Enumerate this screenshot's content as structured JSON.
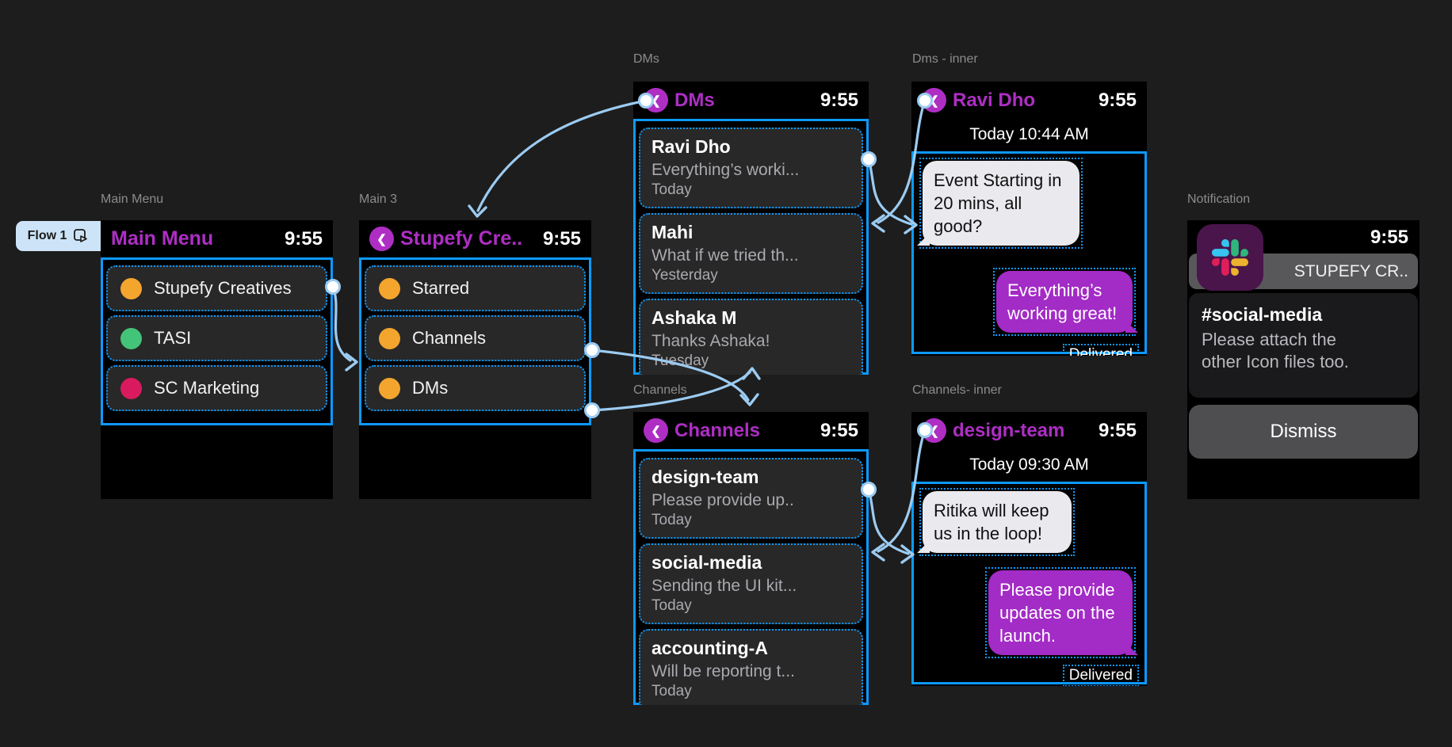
{
  "icons": {
    "back": "❮"
  },
  "colors": {
    "canvas_bg": "#1d1d1d",
    "frame_bg": "#000000",
    "item_bg": "#282828",
    "magenta": "#ae2ec4",
    "bubble_magenta": "#a32bc6",
    "bubble_white": "#e9e9ee",
    "select_blue": "#0d99ff",
    "arrow_blue": "#9ccbf1",
    "dot_orange": "#f4a52e",
    "dot_green": "#43c478",
    "dot_pink": "#d91a5e",
    "text_secondary": "#a9a9b0",
    "label_gray": "#8c8c8c"
  },
  "flow_badge": {
    "label": "Flow 1"
  },
  "frames": {
    "main_menu": {
      "label": "Main Menu",
      "header": {
        "title": "Main Menu",
        "time": "9:55"
      },
      "items": [
        {
          "label": "Stupefy Creatives",
          "dot": "orange"
        },
        {
          "label": "TASI",
          "dot": "green"
        },
        {
          "label": "SC Marketing",
          "dot": "pink"
        }
      ]
    },
    "main3": {
      "label": "Main 3",
      "header": {
        "title": "Stupefy Cre..",
        "time": "9:55"
      },
      "items": [
        {
          "label": "Starred",
          "dot": "orange"
        },
        {
          "label": "Channels",
          "dot": "orange"
        },
        {
          "label": "DMs",
          "dot": "orange"
        }
      ]
    },
    "dms": {
      "label": "DMs",
      "header": {
        "title": "DMs",
        "time": "9:55"
      },
      "items": [
        {
          "name": "Ravi Dho",
          "preview": "Everything’s worki...",
          "date": "Today"
        },
        {
          "name": "Mahi",
          "preview": "What if we tried th...",
          "date": "Yesterday"
        },
        {
          "name": "Ashaka M",
          "preview": "Thanks Ashaka!",
          "date": "Tuesday"
        }
      ]
    },
    "dms_inner": {
      "label": "Dms - inner",
      "header": {
        "title": "Ravi Dho",
        "time": "9:55"
      },
      "date_line": "Today 10:44 AM",
      "incoming": "Event Starting in 20 mins, all good?",
      "outgoing": "Everything’s working great!",
      "status": "Delivered"
    },
    "channels": {
      "label": "Channels",
      "header": {
        "title": "Channels",
        "time": "9:55"
      },
      "items": [
        {
          "name": "design-team",
          "preview": "Please provide up..",
          "date": "Today"
        },
        {
          "name": "social-media",
          "preview": "Sending the UI kit...",
          "date": "Today"
        },
        {
          "name": "accounting-A",
          "preview": "Will be reporting t...",
          "date": "Today"
        }
      ]
    },
    "channels_inner": {
      "label": "Channels- inner",
      "header": {
        "title": "design-team",
        "time": "9:55"
      },
      "date_line": "Today 09:30 AM",
      "incoming": "Ritika will keep us in the loop!",
      "outgoing": "Please provide updates on the launch.",
      "status": "Delivered"
    },
    "notification": {
      "label": "Notification",
      "time": "9:55",
      "app_banner": "STUPEFY CR..",
      "title": "#social-media",
      "body": "Please attach the other Icon files too.",
      "dismiss_label": "Dismiss"
    }
  }
}
